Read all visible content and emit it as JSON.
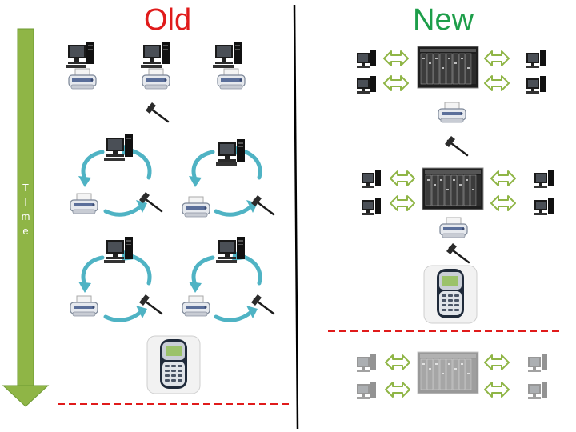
{
  "headings": {
    "old": "Old",
    "new": "New"
  },
  "time_arrow": {
    "letters": [
      "T",
      "I",
      "m",
      "e"
    ]
  },
  "colors": {
    "old_heading": "#e01b1b",
    "new_heading": "#1e9e4a",
    "time_arrow": "#8fb546",
    "cycle_arrows": "#4fb3c4",
    "double_arrows": "#8fb546",
    "boundary_line": "#e01b1b",
    "divider": "#000000"
  },
  "icons": {
    "computer": "desktop-computer-icon",
    "printer": "printer-icon",
    "hammer": "hammer-icon",
    "phone": "mobile-phone-icon",
    "server": "blade-server-icon",
    "cycle": "cycle-arrow-icon",
    "double_arrow": "double-arrow-icon"
  }
}
